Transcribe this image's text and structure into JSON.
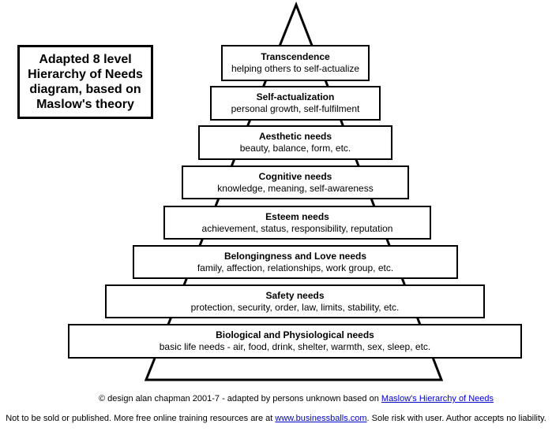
{
  "title_box": {
    "lines": [
      "Adapted 8 level",
      "Hierarchy of Needs",
      "diagram, based on",
      "Maslow's theory"
    ]
  },
  "pyramid": {
    "levels": [
      {
        "name": "Transcendence",
        "description": "helping others to self-actualize"
      },
      {
        "name": "Self-actualization",
        "description": "personal growth, self-fulfilment"
      },
      {
        "name": "Aesthetic needs",
        "description": "beauty, balance, form, etc."
      },
      {
        "name": "Cognitive needs",
        "description": "knowledge, meaning, self-awareness"
      },
      {
        "name": "Esteem needs",
        "description": "achievement, status, responsibility, reputation"
      },
      {
        "name": "Belongingness and Love needs",
        "description": "family, affection, relationships, work group, etc."
      },
      {
        "name": "Safety needs",
        "description": "protection, security, order, law, limits, stability, etc."
      },
      {
        "name": "Biological and Physiological needs",
        "description": "basic life needs - air, food, drink, shelter, warmth, sex, sleep, etc."
      }
    ]
  },
  "footer": {
    "line1_prefix": "© design alan chapman 2001-7 - adapted by persons unknown based on ",
    "line1_link": "Maslow's Hierarchy of Needs",
    "line2_prefix": "Not to be sold or published. More free online training resources are at ",
    "line2_link": "www.businessballs.com",
    "line2_suffix": ". Sole risk with user. Author accepts no liability."
  },
  "colors": {
    "outline": "#000000",
    "background": "#ffffff",
    "link": "#0000cc"
  }
}
